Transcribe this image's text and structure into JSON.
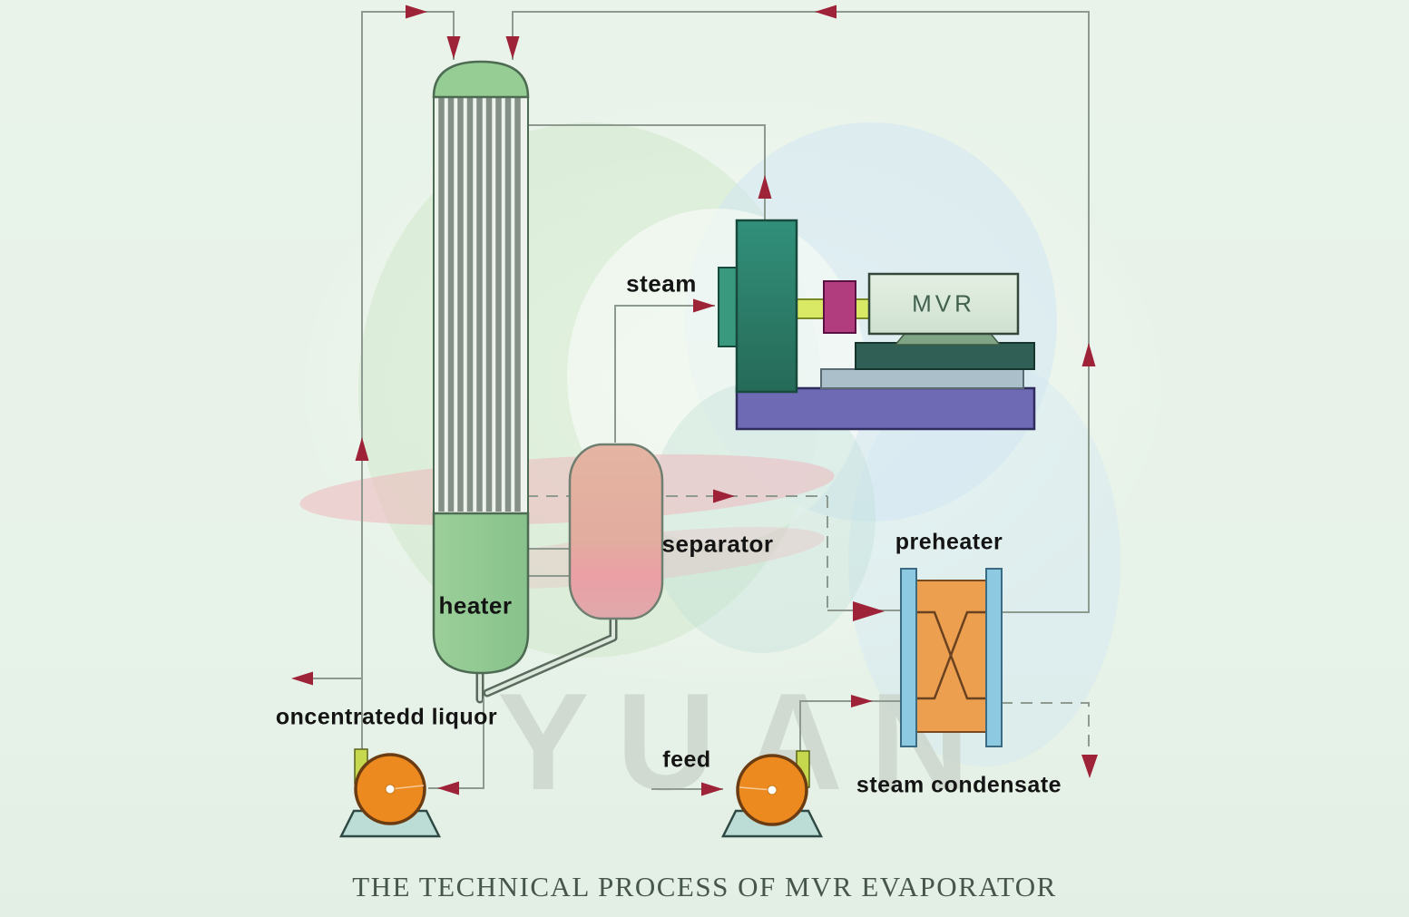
{
  "diagram": {
    "title": "THE TECHNICAL PROCESS OF MVR EVAPORATOR",
    "watermark_text": "YUAN",
    "equipment_labels": {
      "heater": "heater",
      "separator": "separator",
      "preheater": "preheater",
      "mvr_unit": "MVR"
    },
    "stream_labels": {
      "steam": "steam",
      "feed": "feed",
      "steam_condensate": "steam condensate",
      "concentrated_liquor": "oncentratedd liquor"
    },
    "colors": {
      "background": "#e9f3e9",
      "flow_line": "#8e998f",
      "arrow_red": "#9e2238",
      "heater_green": "#93c893",
      "tube_gray": "#848f86",
      "separator_pink": "#e4b2a0",
      "compressor_teal": "#2e8973",
      "motor_box_green": "#dcebdb",
      "shaft_yellow": "#d9e966",
      "coupling_magenta": "#b13d7e",
      "platform_dark_teal": "#305f55",
      "platform_blue_gray": "#aabfc9",
      "base_purple": "#6f6ab4",
      "preheater_orange": "#eca04f",
      "preheater_blue": "#8ec9e2",
      "pump_orange": "#ed8a1f",
      "pump_base_aqua": "#bcdcd6",
      "pump_port_yellow": "#c6d84e"
    }
  }
}
